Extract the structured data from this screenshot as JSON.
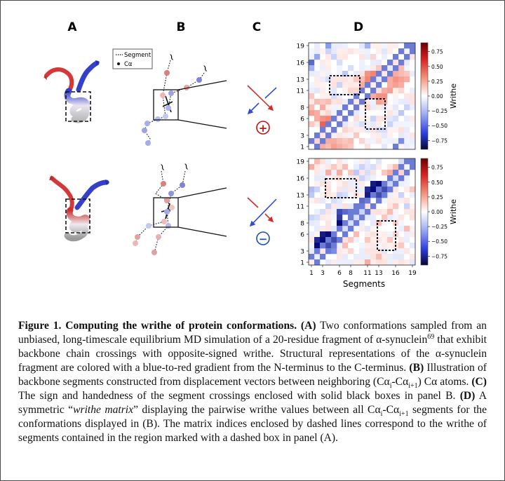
{
  "panel_labels": {
    "a": "A",
    "b": "B",
    "c": "C",
    "d": "D"
  },
  "legend": {
    "segment": "Segment",
    "ca": "Cα"
  },
  "tildes": "~",
  "signs": {
    "positive": "+",
    "negative": "−"
  },
  "colors": {
    "red": "#d42a2a",
    "blue": "#2f4bd8",
    "dark_red": "#b40d0d",
    "dark_blue": "#0b0b8e"
  },
  "colorbar": {
    "label": "Writhe",
    "ticks": [
      "0.75",
      "0.50",
      "0.25",
      "0.00",
      "−0.25",
      "−0.50",
      "−0.75"
    ]
  },
  "chart_data": [
    {
      "type": "heatmap",
      "title": "",
      "xlabel": "",
      "ylabel": "",
      "size": 19,
      "y_ticks": [
        "19",
        "16",
        "13",
        "11",
        "8",
        "6",
        "3",
        "1"
      ],
      "colorbar_label": "Writhe",
      "colorbar_range": [
        -0.9,
        0.9
      ],
      "diagonal_value": -0.55,
      "cells": [
        [
          10,
          11,
          0.45
        ],
        [
          10,
          12,
          0.45
        ],
        [
          11,
          12,
          0.5
        ],
        [
          10,
          13,
          0.4
        ],
        [
          11,
          13,
          0.45
        ],
        [
          12,
          13,
          0.3
        ],
        [
          2,
          3,
          0.55
        ],
        [
          2,
          4,
          0.55
        ],
        [
          3,
          4,
          0.6
        ],
        [
          3,
          5,
          0.45
        ],
        [
          4,
          5,
          0.55
        ],
        [
          2,
          5,
          0.4
        ],
        [
          3,
          2,
          0.5
        ],
        [
          4,
          3,
          0.55
        ],
        [
          5,
          4,
          0.45
        ],
        [
          2,
          0,
          0.3
        ],
        [
          3,
          0,
          0.25
        ],
        [
          4,
          0,
          0.35
        ],
        [
          5,
          0,
          0.3
        ],
        [
          6,
          0,
          0.25
        ],
        [
          2,
          1,
          0.35
        ],
        [
          3,
          1,
          0.3
        ],
        [
          4,
          1,
          0.3
        ],
        [
          5,
          1,
          0.25
        ],
        [
          6,
          1,
          0.2
        ],
        [
          7,
          0,
          0.2
        ],
        [
          7,
          1,
          0.25
        ],
        [
          8,
          2,
          0.2
        ],
        [
          9,
          1,
          0.15
        ],
        [
          1,
          0,
          0.2
        ],
        [
          1,
          1,
          0.15
        ],
        [
          1,
          5,
          0.3
        ],
        [
          0,
          6,
          0.35
        ],
        [
          1,
          6,
          0.3
        ],
        [
          0,
          7,
          0.25
        ],
        [
          2,
          7,
          0.3
        ],
        [
          1,
          8,
          0.25
        ],
        [
          0,
          9,
          0.2
        ],
        [
          2,
          8,
          0.2
        ],
        [
          3,
          8,
          0.25
        ],
        [
          0,
          4,
          0.2
        ],
        [
          12,
          8,
          0.35
        ],
        [
          13,
          8,
          0.3
        ],
        [
          12,
          9,
          0.4
        ],
        [
          13,
          9,
          0.4
        ],
        [
          11,
          9,
          0.3
        ],
        [
          14,
          10,
          0.35
        ],
        [
          13,
          10,
          0.3
        ],
        [
          14,
          11,
          0.3
        ],
        [
          15,
          11,
          0.35
        ],
        [
          16,
          11,
          0.3
        ],
        [
          15,
          12,
          0.4
        ],
        [
          16,
          12,
          0.35
        ],
        [
          16,
          13,
          0.25
        ],
        [
          14,
          12,
          0.3
        ],
        [
          15,
          13,
          0.3
        ],
        [
          15,
          14,
          0.2
        ],
        [
          16,
          14,
          0.25
        ],
        [
          17,
          13,
          0.2
        ],
        [
          17,
          12,
          0.3
        ],
        [
          9,
          12,
          0.25
        ],
        [
          8,
          12,
          0.2
        ],
        [
          13,
          14,
          0.25
        ],
        [
          12,
          14,
          0.2
        ],
        [
          9,
          11,
          0.3
        ],
        [
          8,
          10,
          0.15
        ],
        [
          14,
          4,
          -0.2
        ],
        [
          15,
          5,
          -0.15
        ],
        [
          16,
          6,
          -0.25
        ],
        [
          13,
          3,
          -0.15
        ],
        [
          17,
          7,
          -0.2
        ],
        [
          6,
          13,
          -0.25
        ],
        [
          5,
          15,
          -0.15
        ],
        [
          4,
          16,
          -0.2
        ],
        [
          7,
          14,
          -0.15
        ],
        [
          3,
          17,
          -0.2
        ],
        [
          6,
          7,
          -0.35
        ],
        [
          7,
          6,
          -0.35
        ],
        [
          8,
          9,
          -0.3
        ],
        [
          9,
          8,
          -0.3
        ],
        [
          16,
          17,
          -0.3
        ],
        [
          17,
          16,
          -0.3
        ],
        [
          0,
          15,
          -0.6
        ],
        [
          0,
          14,
          -0.35
        ],
        [
          1,
          16,
          -0.4
        ],
        [
          3,
          18,
          -0.45
        ],
        [
          10,
          18,
          -0.35
        ],
        [
          15,
          0,
          -0.55
        ],
        [
          16,
          1,
          -0.5
        ],
        [
          5,
          11,
          -0.2
        ],
        [
          11,
          5,
          -0.2
        ],
        [
          4,
          9,
          -0.15
        ],
        [
          9,
          4,
          -0.15
        ],
        [
          12,
          3,
          -0.15
        ],
        [
          3,
          12,
          -0.15
        ],
        [
          6,
          3,
          0.15
        ],
        [
          3,
          6,
          0.15
        ],
        [
          8,
          5,
          0.12
        ],
        [
          5,
          8,
          0.12
        ],
        [
          10,
          7,
          0.15
        ],
        [
          7,
          10,
          0.15
        ],
        [
          14,
          15,
          0.15
        ],
        [
          15,
          15,
          0.1
        ],
        [
          17,
          18,
          -0.15
        ],
        [
          18,
          17,
          -0.15
        ],
        [
          11,
          16,
          0.15
        ],
        [
          16,
          10,
          0.15
        ]
      ]
    },
    {
      "type": "heatmap",
      "title": "",
      "xlabel": "Segments",
      "ylabel": "",
      "size": 19,
      "x_ticks": [
        "1",
        "3",
        "6",
        "8",
        "11",
        "13",
        "16",
        "19"
      ],
      "y_ticks": [
        "19",
        "16",
        "13",
        "11",
        "8",
        "6",
        "3",
        "1"
      ],
      "colorbar_label": "Writhe",
      "colorbar_range": [
        -0.9,
        0.9
      ],
      "diagonal_value": -0.55,
      "cells": [
        [
          1,
          3,
          -0.9
        ],
        [
          1,
          4,
          -0.8
        ],
        [
          2,
          4,
          -0.9
        ],
        [
          2,
          5,
          -0.85
        ],
        [
          3,
          5,
          -0.95
        ],
        [
          2,
          3,
          -0.6
        ],
        [
          1,
          2,
          -0.5
        ],
        [
          3,
          3,
          -0.7
        ],
        [
          4,
          4,
          -0.7
        ],
        [
          3,
          2,
          -0.5
        ],
        [
          4,
          3,
          -0.55
        ],
        [
          5,
          4,
          -0.5
        ],
        [
          4,
          5,
          -0.85
        ],
        [
          4,
          2,
          -0.5
        ],
        [
          5,
          6,
          -0.85
        ],
        [
          5,
          7,
          -0.9
        ],
        [
          5,
          8,
          -0.75
        ],
        [
          5,
          9,
          -0.7
        ],
        [
          6,
          9,
          -0.6
        ],
        [
          7,
          9,
          -0.55
        ],
        [
          10,
          12,
          -0.85
        ],
        [
          10,
          13,
          -0.8
        ],
        [
          11,
          13,
          -0.95
        ],
        [
          11,
          14,
          -0.85
        ],
        [
          12,
          14,
          -0.9
        ],
        [
          11,
          12,
          -0.6
        ],
        [
          12,
          12,
          -0.7
        ],
        [
          13,
          13,
          -0.7
        ],
        [
          12,
          11,
          -0.5
        ],
        [
          13,
          12,
          -0.55
        ],
        [
          14,
          13,
          -0.5
        ],
        [
          9,
          11,
          -0.6
        ],
        [
          8,
          10,
          -0.55
        ],
        [
          9,
          10,
          -0.7
        ],
        [
          10,
          11,
          -0.5
        ],
        [
          8,
          9,
          -0.5
        ],
        [
          6,
          3,
          0.25
        ],
        [
          7,
          4,
          0.2
        ],
        [
          8,
          5,
          0.25
        ],
        [
          7,
          2,
          0.15
        ],
        [
          10,
          4,
          0.2
        ],
        [
          12,
          7,
          0.25
        ],
        [
          13,
          8,
          0.2
        ],
        [
          14,
          9,
          0.25
        ],
        [
          15,
          10,
          0.2
        ],
        [
          5,
          16,
          0.3
        ],
        [
          6,
          17,
          0.25
        ],
        [
          4,
          17,
          0.2
        ],
        [
          7,
          16,
          0.2
        ],
        [
          3,
          16,
          0.3
        ],
        [
          3,
          10,
          -0.2
        ],
        [
          4,
          11,
          -0.15
        ],
        [
          2,
          9,
          -0.15
        ],
        [
          5,
          12,
          -0.2
        ],
        [
          6,
          12,
          -0.15
        ],
        [
          0,
          12,
          -0.25
        ],
        [
          0,
          13,
          -0.3
        ],
        [
          1,
          13,
          -0.2
        ],
        [
          0,
          8,
          -0.2
        ],
        [
          1,
          8,
          -0.15
        ],
        [
          9,
          15,
          -0.2
        ],
        [
          8,
          16,
          -0.25
        ],
        [
          10,
          16,
          -0.15
        ],
        [
          9,
          17,
          -0.2
        ],
        [
          11,
          17,
          -0.15
        ],
        [
          14,
          4,
          0.2
        ],
        [
          15,
          5,
          0.15
        ],
        [
          16,
          3,
          0.2
        ],
        [
          17,
          6,
          0.25
        ],
        [
          15,
          7,
          0.15
        ],
        [
          13,
          16,
          0.2
        ],
        [
          14,
          16,
          0.3
        ],
        [
          15,
          17,
          0.25
        ],
        [
          16,
          16,
          0.15
        ],
        [
          16,
          18,
          -0.15
        ],
        [
          17,
          18,
          -0.1
        ],
        [
          0,
          17,
          0.3
        ],
        [
          1,
          18,
          0.25
        ],
        [
          10,
          0,
          0.3
        ],
        [
          12,
          1,
          0.25
        ],
        [
          17,
          10,
          -0.2
        ],
        [
          16,
          12,
          -0.2
        ],
        [
          18,
          13,
          0.2
        ],
        [
          7,
          7,
          -0.15
        ],
        [
          6,
          6,
          -0.15
        ],
        [
          8,
          8,
          -0.15
        ],
        [
          9,
          9,
          -0.2
        ],
        [
          14,
          14,
          -0.2
        ],
        [
          15,
          15,
          -0.15
        ]
      ]
    }
  ],
  "caption": {
    "title": "Figure 1. Computing the writhe of protein conformations.",
    "a_label": "(A)",
    "a_text_1": " Two conformations sampled from an unbiased, long-timescale equilibrium MD simulation of a 20-residue fragment of α-synuclein",
    "a_cite": "69",
    "a_text_2": " that exhibit backbone chain crossings with opposite-signed writhe. Structural representations of the α-synuclein fragment are colored with a blue-to-red gradient from the N-terminus to the C-terminus. ",
    "b_label": "(B)",
    "b_text_1": " Illustration of backbone segments constructed from displacement vectors between neighboring (Cα",
    "b_sub_i": "i",
    "b_text_2": "-Cα",
    "b_sub_i1": "i+1",
    "b_text_3": ") Cα atoms. ",
    "c_label": "(C)",
    "c_text": " The sign and handedness of the segment crossings enclosed with solid black boxes in panel B. ",
    "d_label": "(D)",
    "d_text_1": " A symmetric “",
    "d_italic": "writhe matrix",
    "d_text_2": "” displaying the pairwise writhe values between all Cα",
    "d_sub_i": "i",
    "d_text_3": "-Cα",
    "d_sub_i1": "i+1",
    "d_text_4": " segments for the conformations displayed in (B). The matrix indices enclosed by dashed lines correspond to the writhe of segments contained in the region marked with a dashed box in panel (A)."
  }
}
